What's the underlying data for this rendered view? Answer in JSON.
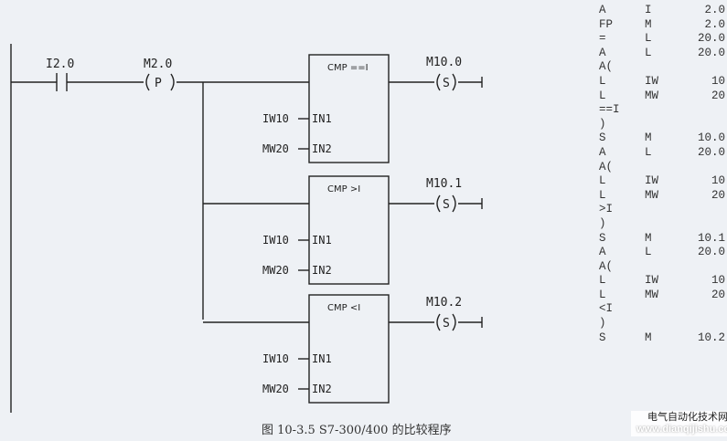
{
  "ladder": {
    "contact": "I2.0",
    "edge_coil_label": "M2.0",
    "edge_coil_symbol": "P",
    "set_symbol": "S",
    "comparators": [
      {
        "title": "CMP ==I",
        "in1_operand": "IW10",
        "in1": "IN1",
        "in2_operand": "MW20",
        "in2": "IN2",
        "output": "M10.0"
      },
      {
        "title": "CMP >I",
        "in1_operand": "IW10",
        "in1": "IN1",
        "in2_operand": "MW20",
        "in2": "IN2",
        "output": "M10.1"
      },
      {
        "title": "CMP <I",
        "in1_operand": "IW10",
        "in1": "IN1",
        "in2_operand": "MW20",
        "in2": "IN2",
        "output": "M10.2"
      }
    ]
  },
  "stl": [
    [
      "A",
      "I",
      "2.0"
    ],
    [
      "FP",
      "M",
      "2.0"
    ],
    [
      "=",
      "L",
      "20.0"
    ],
    [
      "A",
      "L",
      "20.0"
    ],
    [
      "A(",
      "",
      ""
    ],
    [
      "L",
      "IW",
      "10"
    ],
    [
      "L",
      "MW",
      "20"
    ],
    [
      "==I",
      "",
      ""
    ],
    [
      ")",
      "",
      ""
    ],
    [
      "S",
      "M",
      "10.0"
    ],
    [
      "A",
      "L",
      "20.0"
    ],
    [
      "A(",
      "",
      ""
    ],
    [
      "L",
      "IW",
      "10"
    ],
    [
      "L",
      "MW",
      "20"
    ],
    [
      ">I",
      "",
      ""
    ],
    [
      ")",
      "",
      ""
    ],
    [
      "S",
      "M",
      "10.1"
    ],
    [
      "A",
      "L",
      "20.0"
    ],
    [
      "A(",
      "",
      ""
    ],
    [
      "L",
      "IW",
      "10"
    ],
    [
      "L",
      "MW",
      "20"
    ],
    [
      "<I",
      "",
      ""
    ],
    [
      ")",
      "",
      ""
    ],
    [
      "S",
      "M",
      "10.2"
    ]
  ],
  "caption": "图 10-3.5    S7-300/400 的比较程序",
  "watermark": {
    "name": "电气自动化技术网",
    "url": "www.dianqijishu.com"
  }
}
